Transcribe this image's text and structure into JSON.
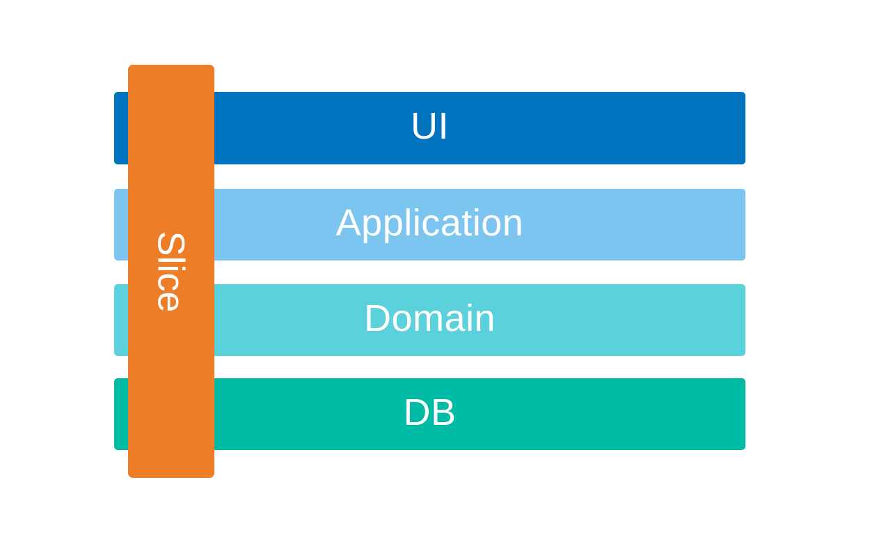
{
  "diagram": {
    "background_color": "#ffffff",
    "text_color": "#ffffff",
    "layers": [
      {
        "label": "UI",
        "color": "#0073be"
      },
      {
        "label": "Application",
        "color": "#7dc5f1"
      },
      {
        "label": "Domain",
        "color": "#5bd1dc"
      },
      {
        "label": "DB",
        "color": "#00bca5"
      }
    ],
    "slice": {
      "label": "Slice",
      "color": "#ee7d28"
    }
  }
}
